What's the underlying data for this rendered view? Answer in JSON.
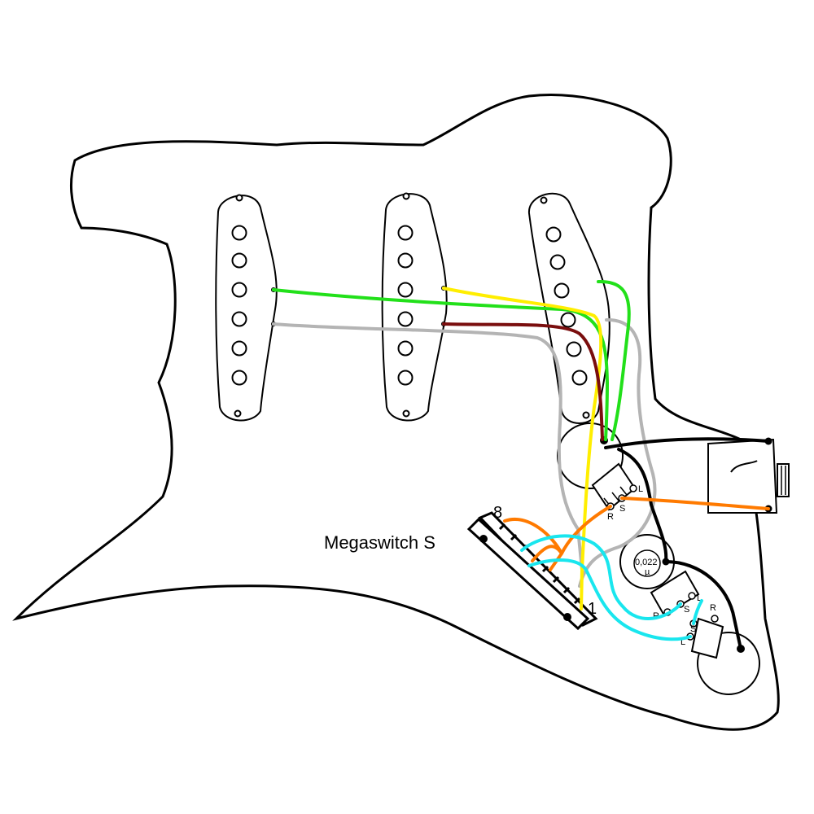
{
  "labels": {
    "megaswitch": "Megaswitch  S",
    "switch_pos_8": "8",
    "switch_pos_1": "1",
    "capacitor": "0,022",
    "capacitor_unit": "µ",
    "pot1_R": "R",
    "pot1_S": "S",
    "pot1_L": "L",
    "pot2_R": "R",
    "pot2_S": "S",
    "pot2_L": "L",
    "pot3_R": "R",
    "pot3_S": "S",
    "pot3_L": "L"
  },
  "colors": {
    "green": "#22e01a",
    "yellow": "#ffee00",
    "grey": "#b4b4b4",
    "brown": "#7a0e0e",
    "black": "#000000",
    "orange": "#ff7a00",
    "cyan": "#19e6ee"
  }
}
